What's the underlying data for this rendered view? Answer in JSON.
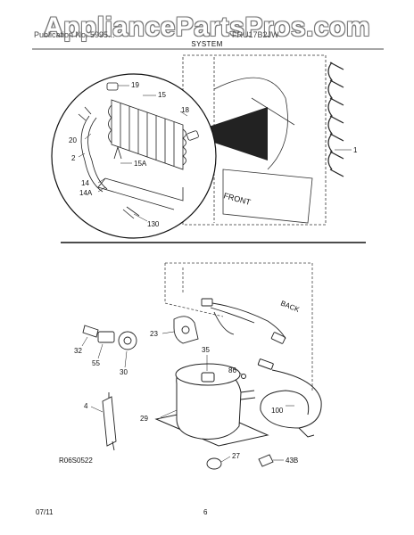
{
  "watermark": "AppliancePartsPros.com",
  "header": {
    "publication": "Publication No. 5995...",
    "model": "FRU17B2JW",
    "section": "SYSTEM"
  },
  "parts": {
    "p1": "1",
    "p2": "2",
    "p4": "4",
    "p14": "14",
    "p14a": "14A",
    "p15": "15",
    "p15a": "15A",
    "p18": "18",
    "p19": "19",
    "p20": "20",
    "p23": "23",
    "p27": "27",
    "p29": "29",
    "p30": "30",
    "p32": "32",
    "p35": "35",
    "p43b": "43B",
    "p55": "55",
    "p86": "86",
    "p100": "100",
    "p130": "130"
  },
  "annotations": {
    "front": "FRONT",
    "back": "BACK"
  },
  "drawing_ref": "R06S0522",
  "footer": {
    "date": "07/11",
    "page": "6"
  }
}
